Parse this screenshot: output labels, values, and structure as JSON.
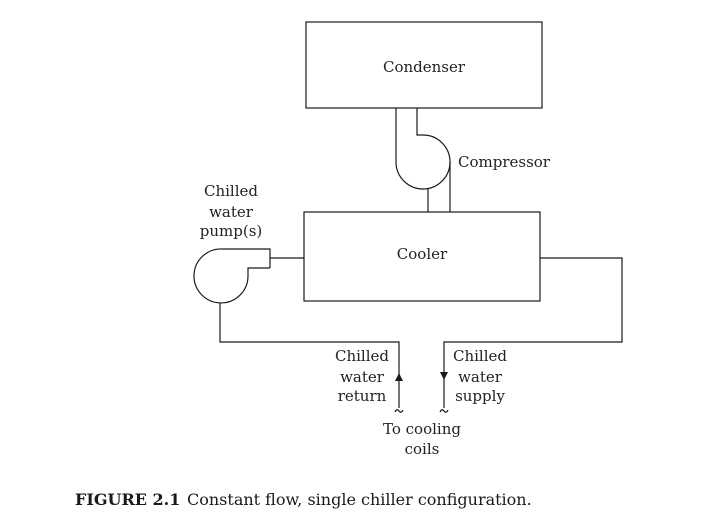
{
  "components": {
    "condenser": "Condenser",
    "compressor": "Compressor",
    "cooler": "Cooler"
  },
  "pump_label": [
    "Chilled",
    "water",
    "pump(s)"
  ],
  "return_label": [
    "Chilled",
    "water",
    "return"
  ],
  "supply_label": [
    "Chilled",
    "water",
    "supply"
  ],
  "coils_label": [
    "To cooling",
    "coils"
  ],
  "caption": {
    "number": "FIGURE 2.1",
    "text": "Constant flow, single chiller configuration."
  }
}
